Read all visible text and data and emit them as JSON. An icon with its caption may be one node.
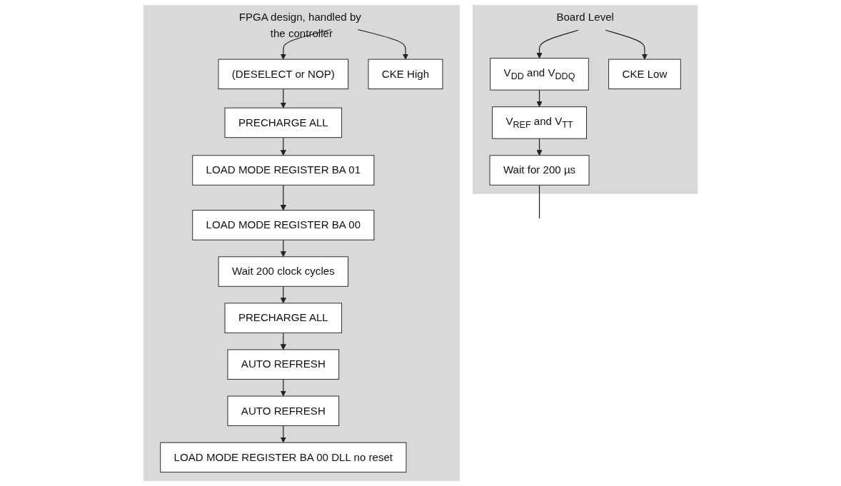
{
  "diagram": {
    "nodes": [
      {
        "text": [
          "Board Level"
        ]
      },
      {
        "text": [
          "V$_{DD}$ and V$_{DDQ}$"
        ],
        "in": 0
      },
      {
        "text": [
          "CKE Low"
        ],
        "in": 0
      },
      {
        "text": [
          "V$_{REF}$ and V$_{TT}$"
        ],
        "in": 0
      },
      {
        "text": [
          "Wait for 200 µs"
        ],
        "in": 0
      },
      {
        "text": [
          "FPGA design, handled by the controller"
        ]
      },
      {
        "text": [
          "(DESELECT or NOP)"
        ],
        "in": 5
      },
      {
        "text": [
          "CKE High"
        ],
        "in": 5
      },
      {
        "text": [
          "PRECHARGE ALL"
        ],
        "in": 5
      },
      {
        "text": [
          "LOAD MODE REGISTER BA 01"
        ],
        "in": 5
      },
      {
        "text": [
          "LOAD MODE REGISTER BA 00"
        ],
        "in": 5
      },
      {
        "text": [
          "Wait 200 clock cycles"
        ],
        "in": 5
      },
      {
        "text": [
          "PRECHARGE ALL"
        ],
        "in": 5
      },
      {
        "text": [
          "AUTO REFRESH"
        ],
        "in": 5
      },
      {
        "text": [
          "AUTO REFRESH"
        ],
        "in": 5
      },
      {
        "text": [
          "LOAD MODE REGISTER BA 00 DLL no reset"
        ],
        "in": 5
      }
    ],
    "edges": [
      {
        "from": null,
        "to": 1,
        "arrow": "to"
      },
      {
        "from": null,
        "to": 2,
        "arrow": "to"
      },
      {
        "from": 1,
        "to": 3,
        "arrow": "to"
      },
      {
        "from": 3,
        "to": 4,
        "arrow": "to"
      },
      {
        "from": 4,
        "to": null,
        "arrow": "none"
      },
      {
        "from": null,
        "to": 6,
        "arrow": "to"
      },
      {
        "from": null,
        "to": 7,
        "arrow": "to"
      },
      {
        "from": 6,
        "to": 8,
        "arrow": "to"
      },
      {
        "from": 8,
        "to": 9,
        "arrow": "to"
      },
      {
        "from": 9,
        "to": 10,
        "arrow": "to"
      },
      {
        "from": 10,
        "to": 11,
        "arrow": "to"
      },
      {
        "from": 11,
        "to": 12,
        "arrow": "to"
      },
      {
        "from": 12,
        "to": 13,
        "arrow": "to"
      },
      {
        "from": 13,
        "to": 14,
        "arrow": "to"
      },
      {
        "from": 14,
        "to": 15,
        "arrow": "to"
      }
    ]
  }
}
